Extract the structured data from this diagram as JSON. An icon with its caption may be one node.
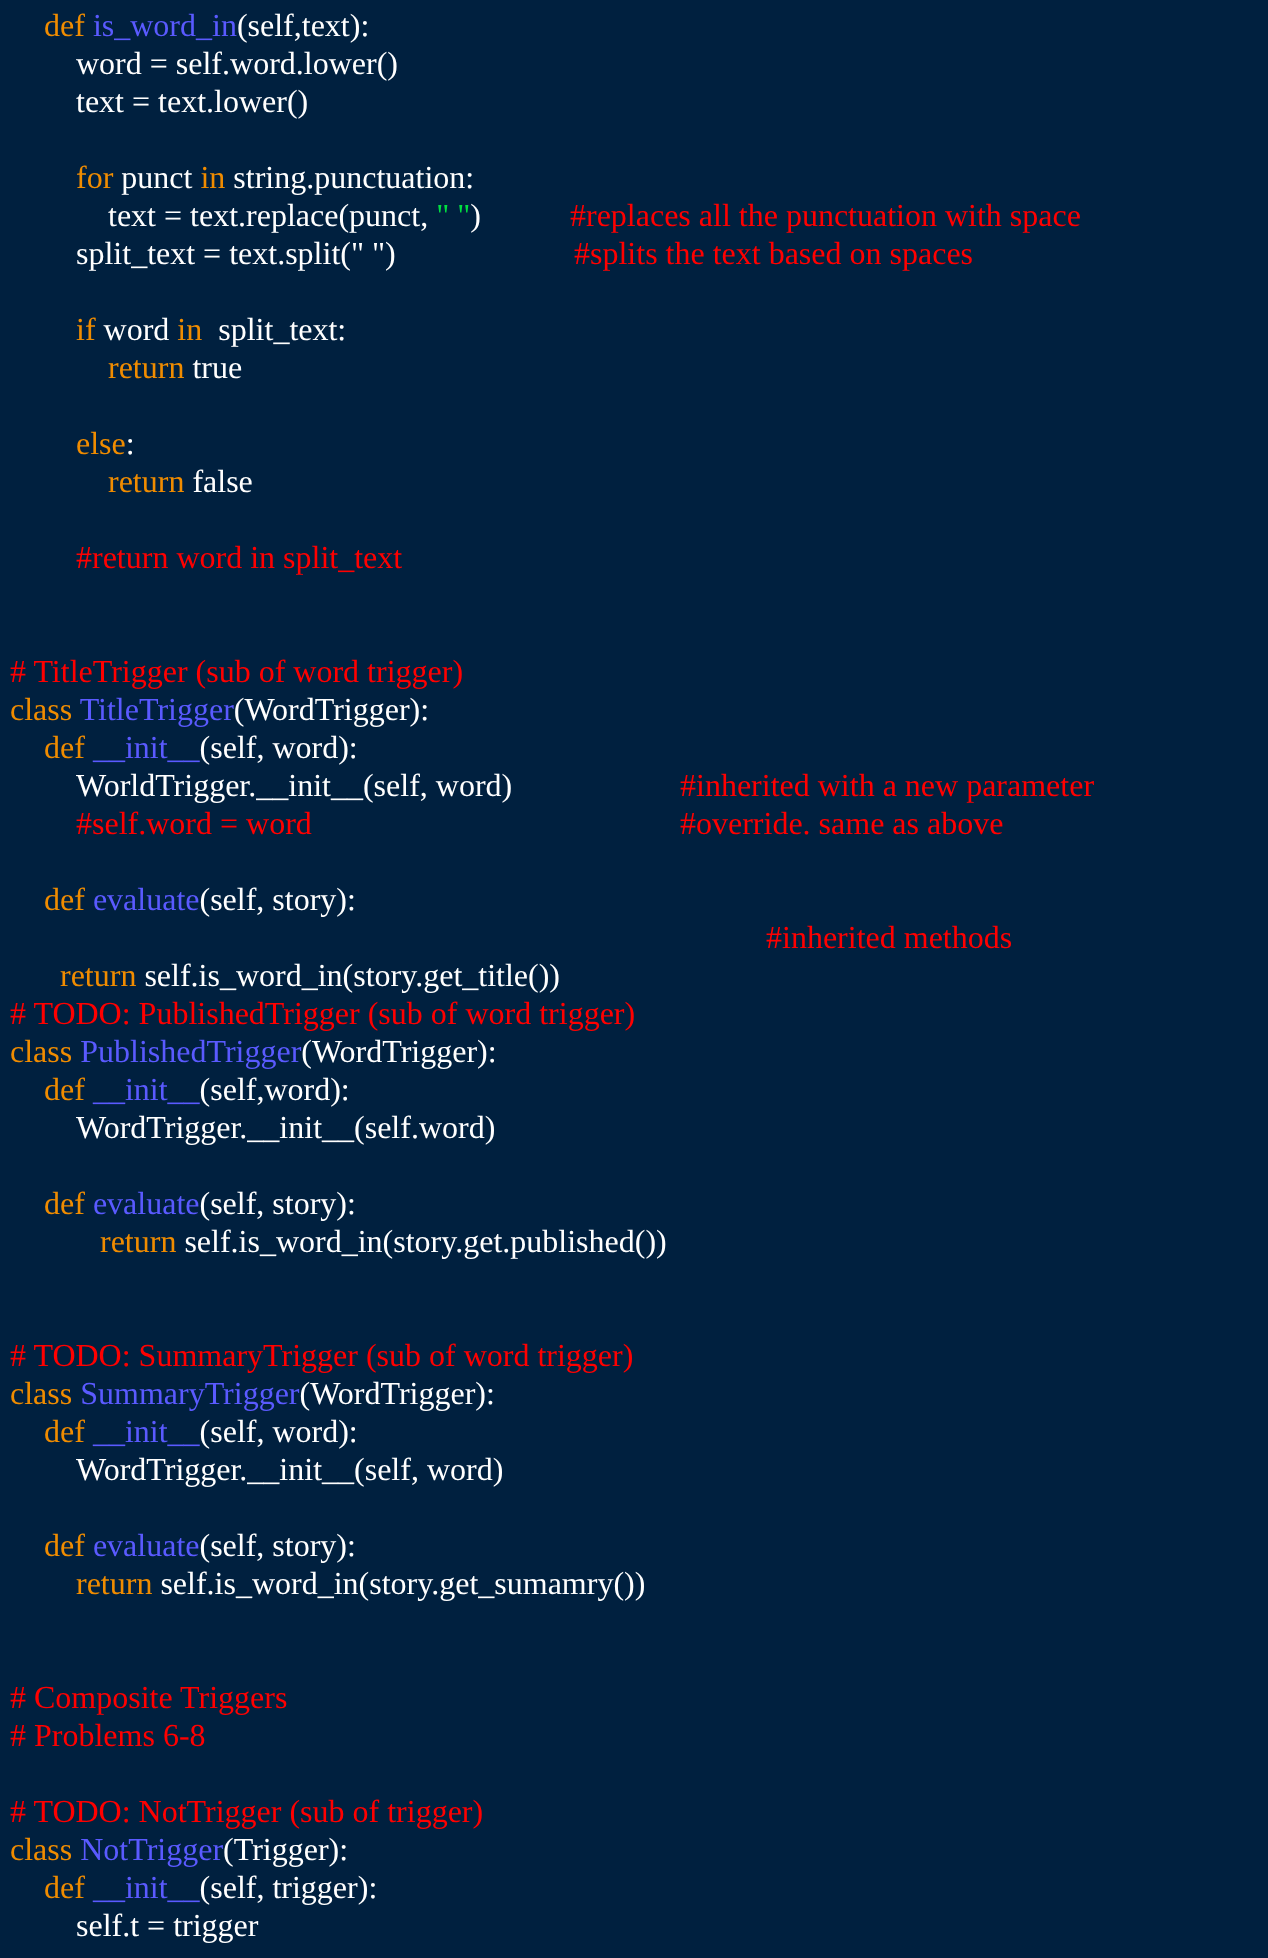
{
  "diagram": {
    "labels": [
      "def is_word_in(self,text):",
      "word = self.word.lower()",
      "text = text.lower()",
      "for punct in string.punctuation:",
      "text = text.replace(punct, \" \")",
      "#replaces all the punctuation with space",
      "split_text = text.split(\" \")",
      "#splits the text based on spaces",
      "if word in  split_text:",
      "return true",
      "else:",
      "return false",
      "#return word in split_text",
      "# TitleTrigger (sub of word trigger)",
      "class TitleTrigger(WordTrigger):",
      "def __init__(self, word):",
      "WorldTrigger.__init__(self, word)",
      "#inherited with a new parameter",
      "#self.word = word",
      "#override. same as above",
      "def evaluate(self, story):",
      "#inherited methods",
      "return self.is_word_in(story.get_title())",
      "# TODO: PublishedTrigger (sub of word trigger)",
      "class PublishedTrigger(WordTrigger):",
      "def __init__(self,word):",
      "WordTrigger.__init__(self.word)",
      "def evaluate(self, story):",
      "return self.is_word_in(story.get.published())",
      "# TODO: SummaryTrigger (sub of word trigger)",
      "class SummaryTrigger(WordTrigger):",
      "def __init__(self, word):",
      "WordTrigger.__init__(self, word)",
      "def evaluate(self, story):",
      "return self.is_word_in(story.get_sumamry())",
      "# Composite Triggers",
      "# Problems 6-8",
      "# TODO: NotTrigger (sub of trigger)",
      "class NotTrigger(Trigger):",
      "def __init__(self, trigger):",
      "self.t = trigger"
    ]
  }
}
